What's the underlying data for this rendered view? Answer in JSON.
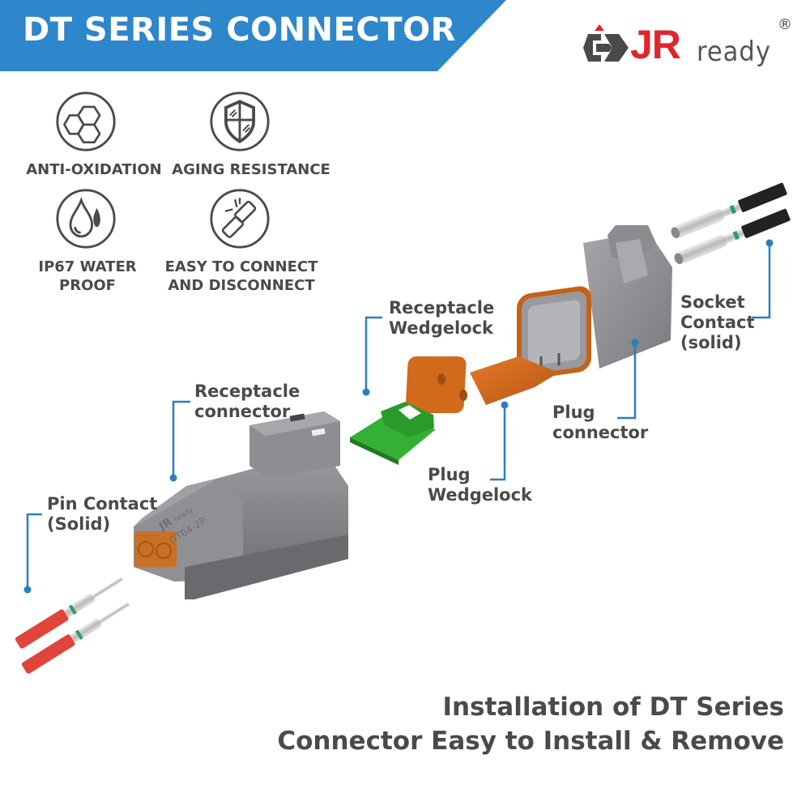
{
  "banner": {
    "title": "DT SERIES CONNECTOR",
    "color": "#2e86cb"
  },
  "logo": {
    "brand_mark": "JR",
    "brand_word": "ready",
    "registered": "®",
    "mark_color": "#e3242b",
    "icon": "jr-arrow-logo-icon"
  },
  "features": [
    {
      "label_lines": [
        "ANTI-OXIDATION"
      ],
      "icon": "honeycomb-icon"
    },
    {
      "label_lines": [
        "AGING RESISTANCE"
      ],
      "icon": "shield-icon"
    },
    {
      "label_lines": [
        "IP67 WATER",
        "PROOF"
      ],
      "icon": "water-drop-icon"
    },
    {
      "label_lines": [
        "EASY TO CONNECT",
        "AND DISCONNECT"
      ],
      "icon": "broken-link-icon"
    }
  ],
  "parts": {
    "receptacle_wedgelock": [
      "Receptacle",
      "Wedgelock"
    ],
    "receptacle_connector": [
      "Receptacle",
      "connector"
    ],
    "plug_wedgelock": [
      "Plug",
      "Wedgelock"
    ],
    "plug_connector": [
      "Plug",
      "connector"
    ],
    "socket_contact": [
      "Socket",
      "Contact",
      "(solid)"
    ],
    "pin_contact": [
      "Pin Contact",
      "(Solid)"
    ]
  },
  "connector_marking": {
    "brand": "JR",
    "brand_word": "ready",
    "model": "DT04-2P"
  },
  "colors": {
    "callout_line": "#2a7fc0",
    "connector_gray": "#8a8a8e",
    "wedgelock_orange": "#d46a1a",
    "wedgelock_green": "#2fa82f",
    "pin_red": "#e0443a"
  },
  "footer": {
    "lines": [
      "Installation of DT Series",
      "Connector Easy to Install & Remove"
    ]
  }
}
